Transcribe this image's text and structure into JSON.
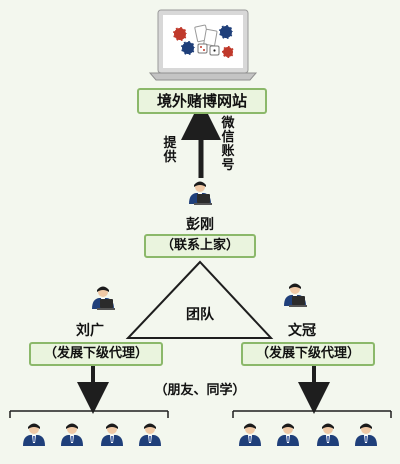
{
  "top_node": {
    "label": "境外赌博网站"
  },
  "edge_provide": {
    "label": "提供"
  },
  "edge_wechat": {
    "label": "微信账号"
  },
  "leader": {
    "name": "彭刚",
    "role": "（联系上家）"
  },
  "team": {
    "label": "团队"
  },
  "agent_left": {
    "name": "刘广",
    "role": "（发展下级代理）"
  },
  "agent_right": {
    "name": "文冠",
    "role": "（发展下级代理）"
  },
  "recruit_note": {
    "label": "（朋友、同学）"
  },
  "colors": {
    "arrow": "#1e1e1e",
    "box_fill": "#eaf4de",
    "box_border": "#8bb86a",
    "suit": "#1f3f7a",
    "background": "#f3f7ee"
  }
}
